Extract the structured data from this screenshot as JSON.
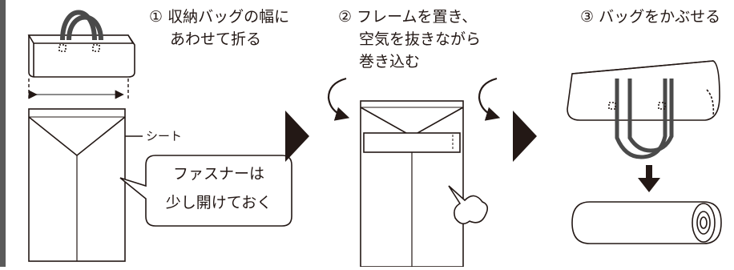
{
  "steps": [
    {
      "number": "①",
      "lines": [
        "収納バッグの幅に",
        "あわせて折る"
      ]
    },
    {
      "number": "②",
      "lines": [
        "フレームを置き、",
        "空気を抜きながら",
        "巻き込む"
      ]
    },
    {
      "number": "③",
      "lines": [
        "バッグをかぶせる"
      ]
    }
  ],
  "labels": {
    "sheet": "シート",
    "zipper_note": [
      "ファスナーは",
      "少し開けておく"
    ]
  },
  "colors": {
    "line": "#231815",
    "left_bar": "#5a5a5a",
    "dark_band": "#4a4a4a",
    "arrow_fill": "#231815"
  }
}
